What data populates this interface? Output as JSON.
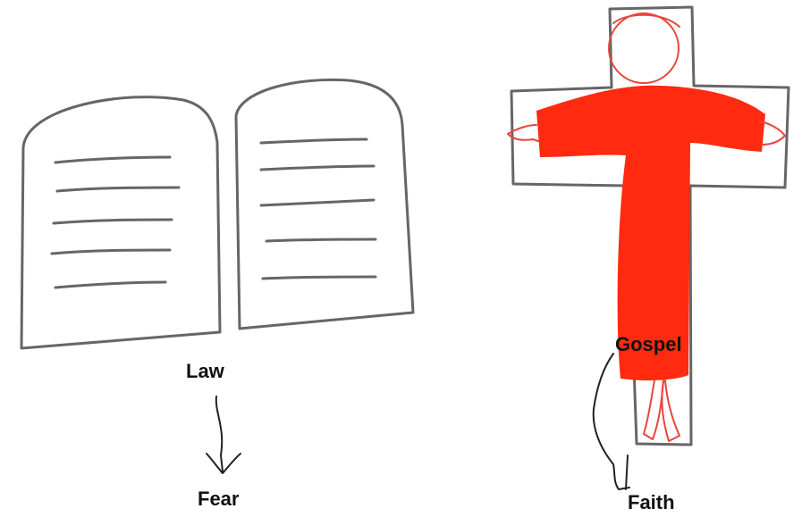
{
  "labels": {
    "law": "Law",
    "fear": "Fear",
    "gospel": "Gospel",
    "faith": "Faith"
  },
  "colors": {
    "robe": "#ff2a0f",
    "outline_red": "#e8453c",
    "ink": "#666666",
    "arrow": "#222222"
  },
  "icons": [
    "tablets-of-law-icon",
    "crucifix-icon",
    "down-arrow-icon",
    "bracket-connector-icon"
  ]
}
